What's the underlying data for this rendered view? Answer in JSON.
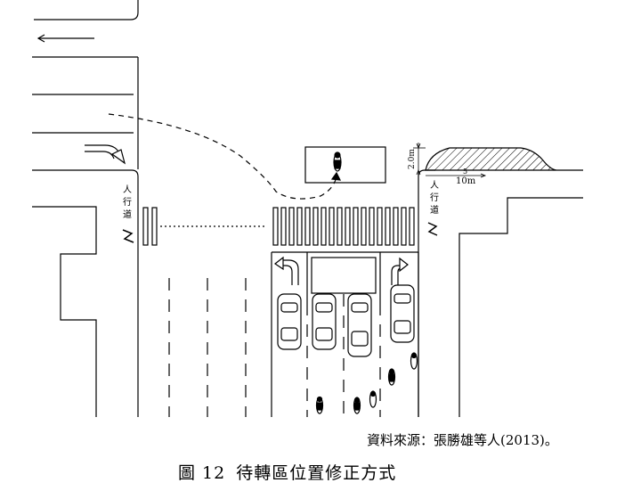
{
  "labels": {
    "sidewalk_chars": [
      "人",
      "行",
      "道"
    ],
    "height_dim": "2.0m",
    "width_dim_mark": "5",
    "length_dim": "10m"
  },
  "source": "資料來源：張勝雄等人(2013)。",
  "caption": {
    "number": "圖 12",
    "title": "待轉區位置修正方式"
  }
}
